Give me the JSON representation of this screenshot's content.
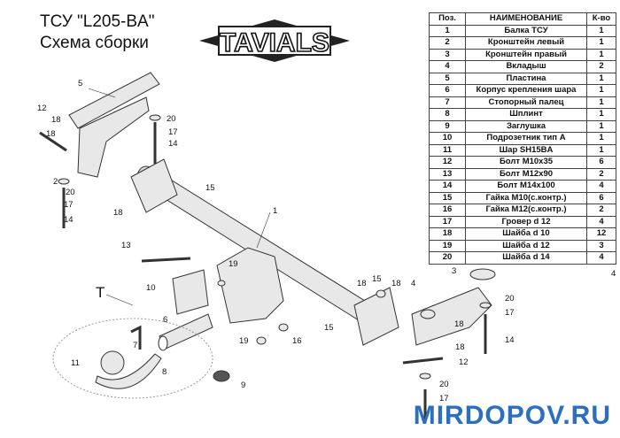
{
  "header": {
    "title_line1": "ТСУ  \"L205-BA\"",
    "title_line2": "Схема сборки",
    "logo_text": "TAVIALS"
  },
  "parts_table": {
    "headers": [
      "Поз.",
      "НАИМЕНОВАНИЕ",
      "К-во"
    ],
    "rows": [
      [
        "1",
        "Балка ТСУ",
        "1"
      ],
      [
        "2",
        "Кронштейн левый",
        "1"
      ],
      [
        "3",
        "Кронштейн правый",
        "1"
      ],
      [
        "4",
        "Вкладыш",
        "2"
      ],
      [
        "5",
        "Пластина",
        "1"
      ],
      [
        "6",
        "Корпус крепления шара",
        "1"
      ],
      [
        "7",
        "Стопорный палец",
        "1"
      ],
      [
        "8",
        "Шплинт",
        "1"
      ],
      [
        "9",
        "Заглушка",
        "1"
      ],
      [
        "10",
        "Подрозетник тип А",
        "1"
      ],
      [
        "11",
        "Шар SH15BA",
        "1"
      ],
      [
        "12",
        "Болт M10x35",
        "6"
      ],
      [
        "13",
        "Болт M12x90",
        "2"
      ],
      [
        "14",
        "Болт M14x100",
        "4"
      ],
      [
        "15",
        "Гайка M10(с.контр.)",
        "6"
      ],
      [
        "16",
        "Гайка M12(с.контр.)",
        "2"
      ],
      [
        "17",
        "Гровер d 12",
        "4"
      ],
      [
        "18",
        "Шайба d 10",
        "12"
      ],
      [
        "19",
        "Шайба d 12",
        "3"
      ],
      [
        "20",
        "Шайба d 14",
        "4"
      ]
    ]
  },
  "callouts": [
    "5",
    "12",
    "18",
    "18",
    "20",
    "17",
    "14",
    "2",
    "20",
    "17",
    "14",
    "15",
    "18",
    "1",
    "13",
    "19",
    "10",
    "T",
    "6",
    "7",
    "8",
    "11",
    "9",
    "19",
    "16",
    "15",
    "18",
    "18",
    "15",
    "4",
    "3",
    "4",
    "20",
    "17",
    "14",
    "18",
    "12",
    "18",
    "20",
    "17"
  ],
  "watermark": "MIRDOPOV.RU"
}
